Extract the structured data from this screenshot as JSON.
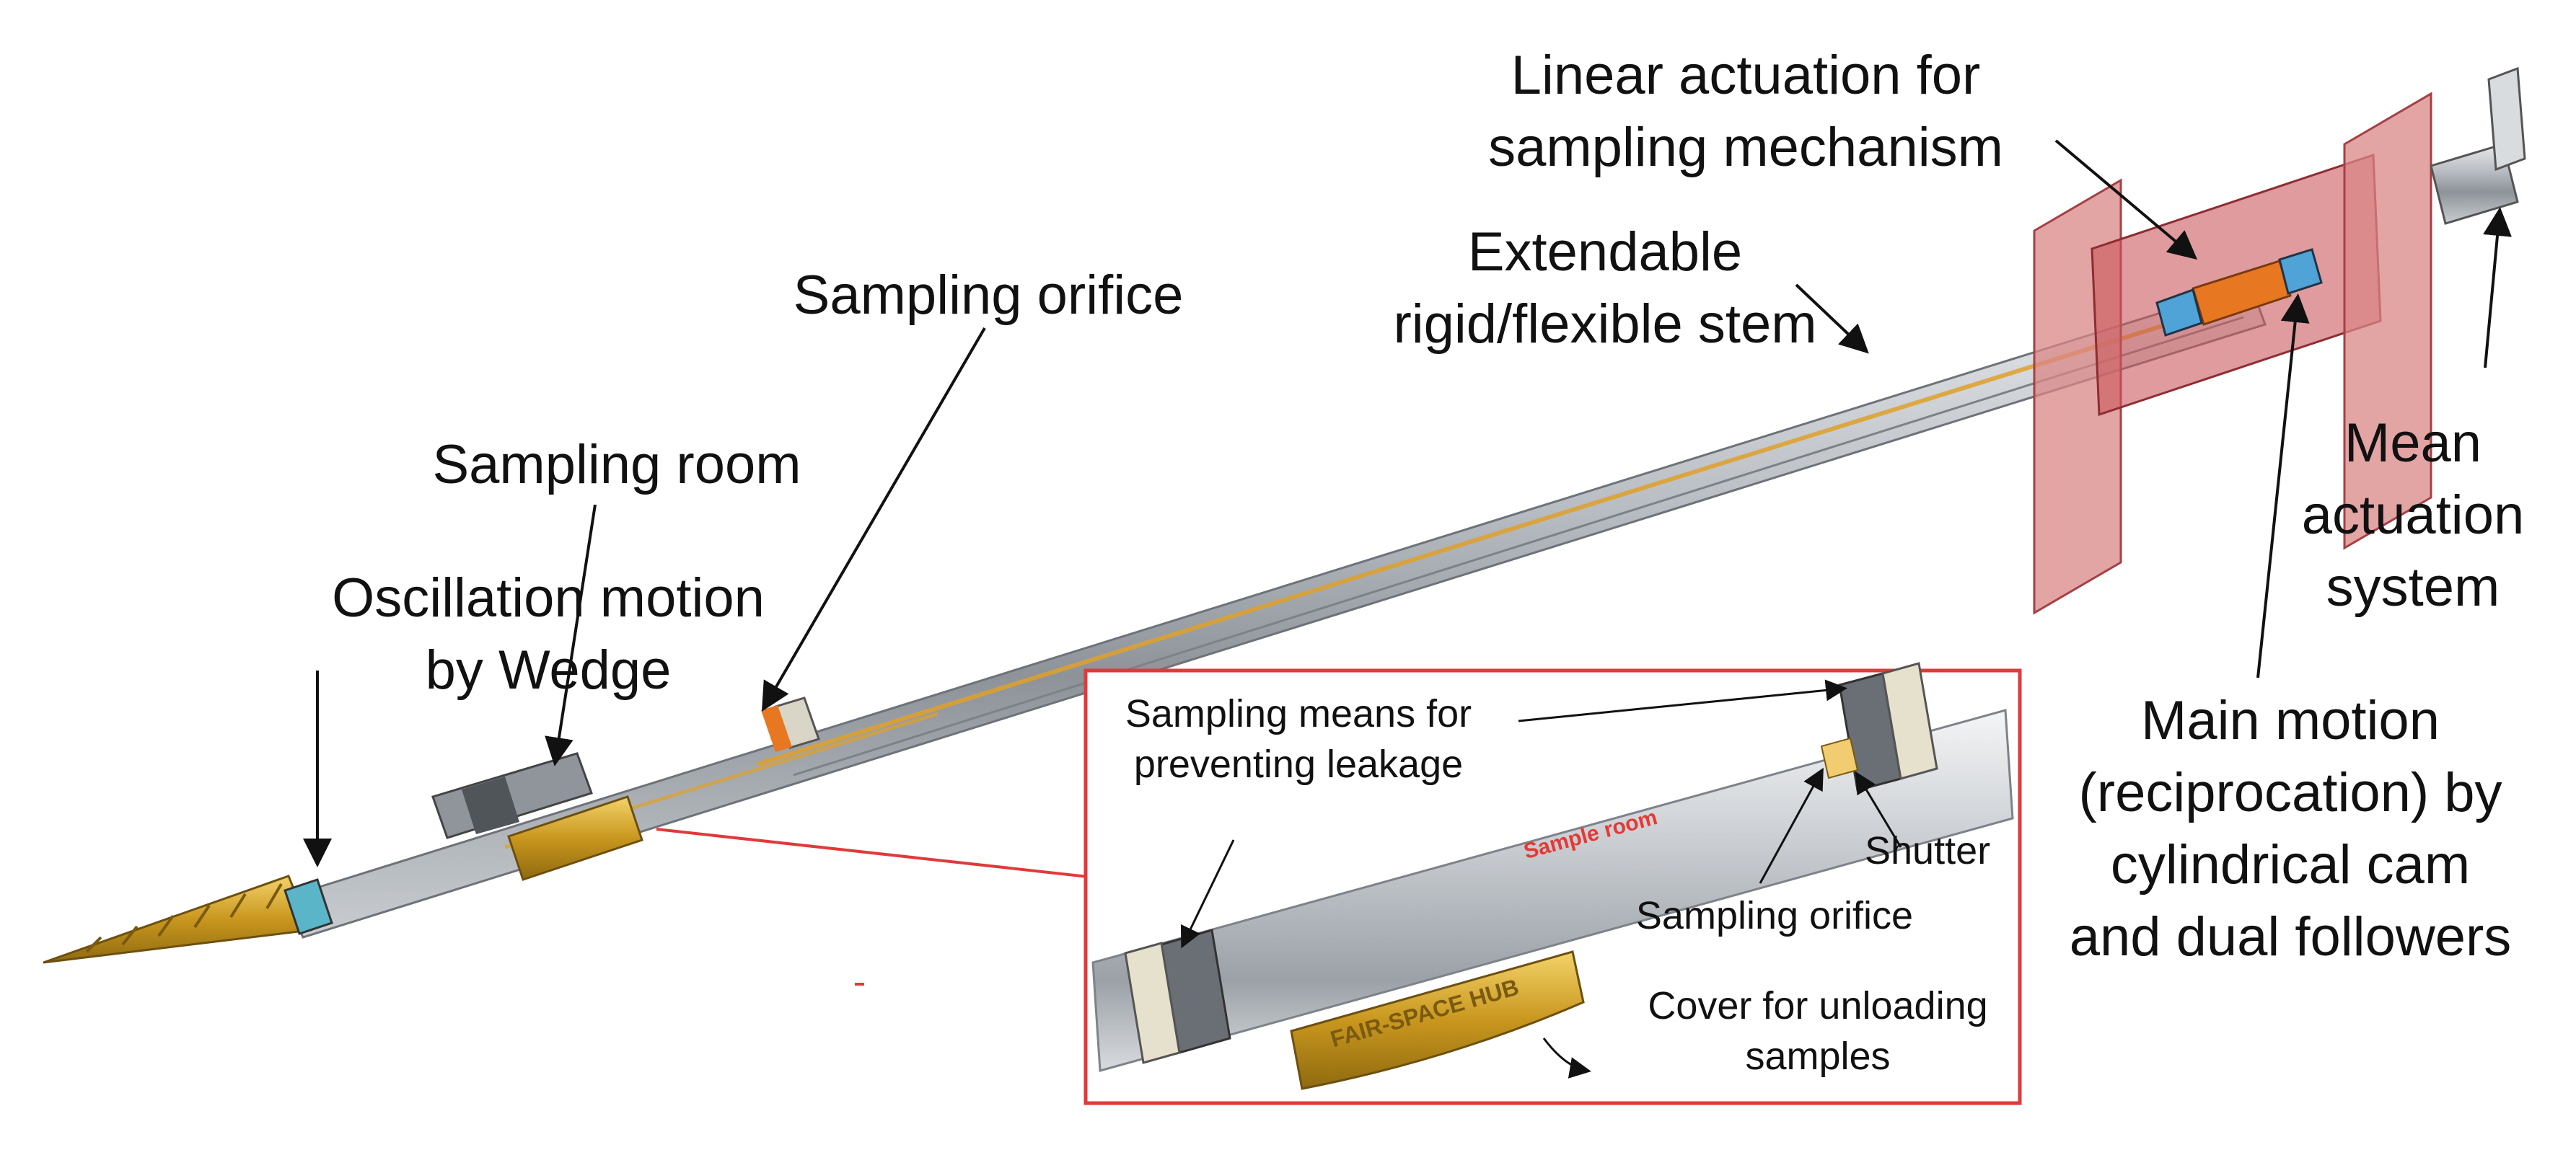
{
  "labels": {
    "oscillation": [
      "Oscillation motion",
      "by Wedge"
    ],
    "sampling_room": "Sampling room",
    "sampling_orifice": "Sampling orifice",
    "extendable": [
      "Extendable",
      "rigid/flexible stem"
    ],
    "linear_actuation": [
      "Linear actuation for",
      "sampling mechanism"
    ],
    "mean_actuation": [
      "Mean",
      "actuation",
      "system"
    ],
    "main_motion": [
      "Main motion",
      "(reciprocation) by",
      "cylindrical cam",
      "and dual followers"
    ]
  },
  "inset": {
    "sampling_means": [
      "Sampling means for",
      "preventing leakage"
    ],
    "sample_room": "Sample room",
    "shutter": "Shutter",
    "sampling_orifice": "Sampling orifice",
    "cover": [
      "Cover for unloading",
      "samples"
    ],
    "cover_engraving": "FAIR-SPACE HUB"
  },
  "colors": {
    "frame": "#e03a3a",
    "gold": "#d4a72c",
    "flange": "#c9585c",
    "steel": "#9aa0a8",
    "arrow": "#111111"
  }
}
